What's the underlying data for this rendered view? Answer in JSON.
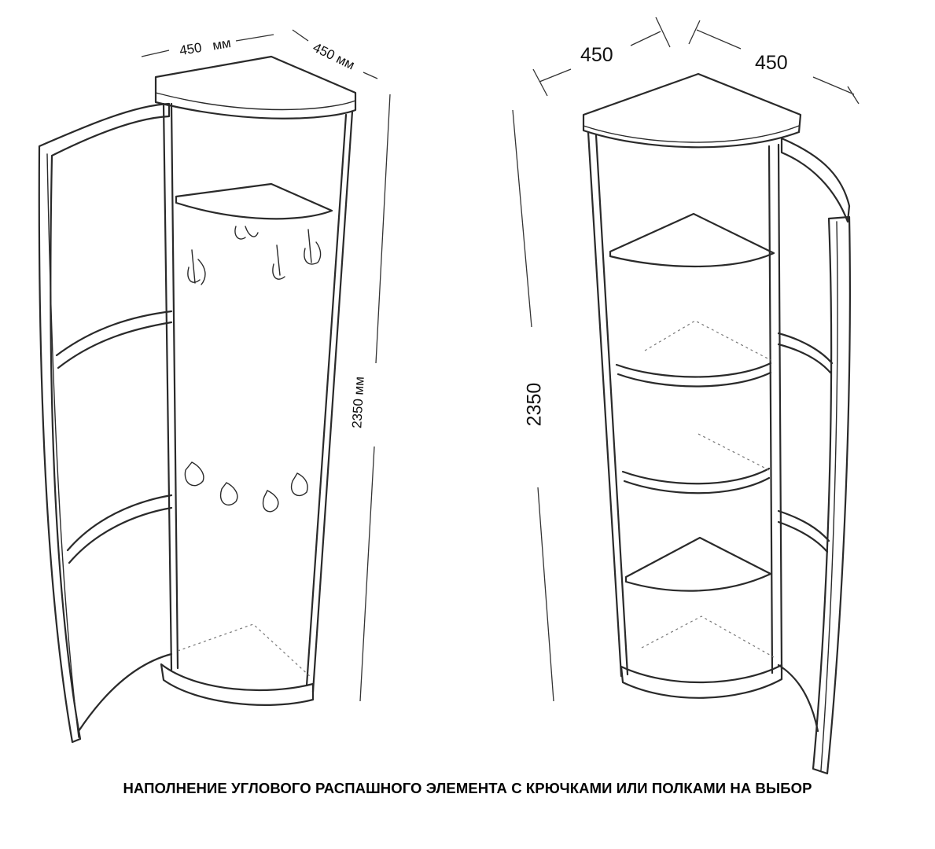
{
  "cabinet_with_hooks": {
    "width_left": "450",
    "width_left_unit": "мм",
    "width_right": "450 мм",
    "height": "2350 мм"
  },
  "cabinet_with_shelves": {
    "width_left": "450",
    "width_right": "450",
    "height": "2350"
  },
  "caption": "НАПОЛНЕНИЕ УГЛОВОГО РАСПАШНОГО ЭЛЕМЕНТА С КРЮЧКАМИ ИЛИ ПОЛКАМИ НА ВЫБОР"
}
